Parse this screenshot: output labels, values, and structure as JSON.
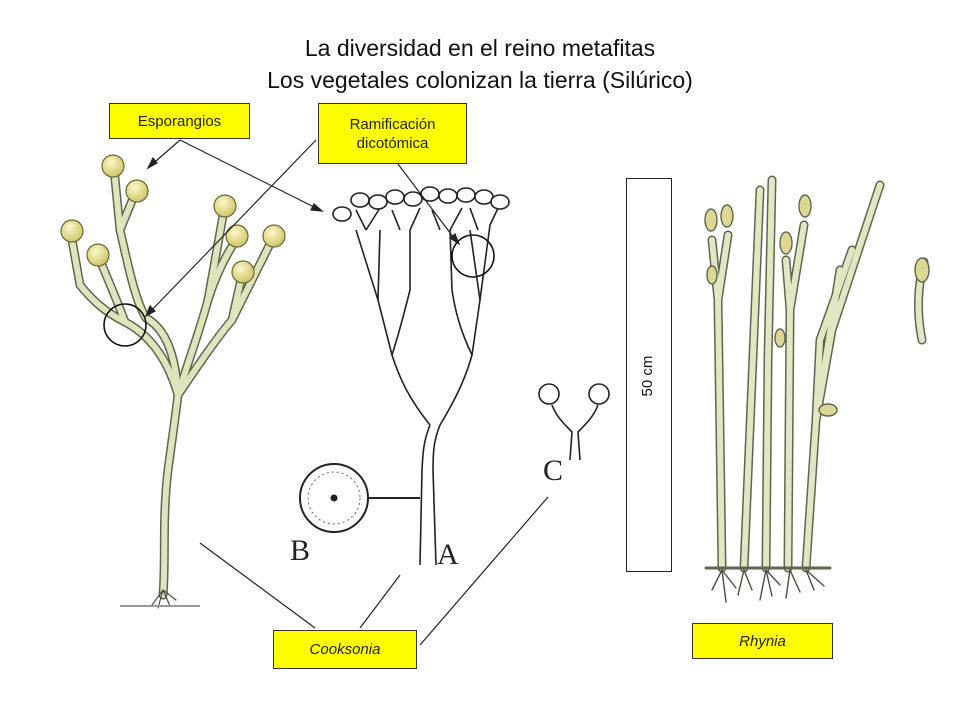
{
  "title": {
    "line1": "La diversidad en el reino metafitas",
    "line2": "Los vegetales colonizan la tierra (Silúrico)"
  },
  "labels": {
    "esporangios": "Esporangios",
    "ramificacion": "Ramificación dicotómica",
    "cooksonia": "Cooksonia",
    "rhynia": "Rhynia"
  },
  "scale": "50 cm",
  "letters": {
    "a": "A",
    "b": "B",
    "c": "C"
  },
  "colors": {
    "label_bg": "#ffff00",
    "stem_fill": "#e3e6c2",
    "sporangium_fill": "#eeea9a",
    "line": "#222222"
  }
}
